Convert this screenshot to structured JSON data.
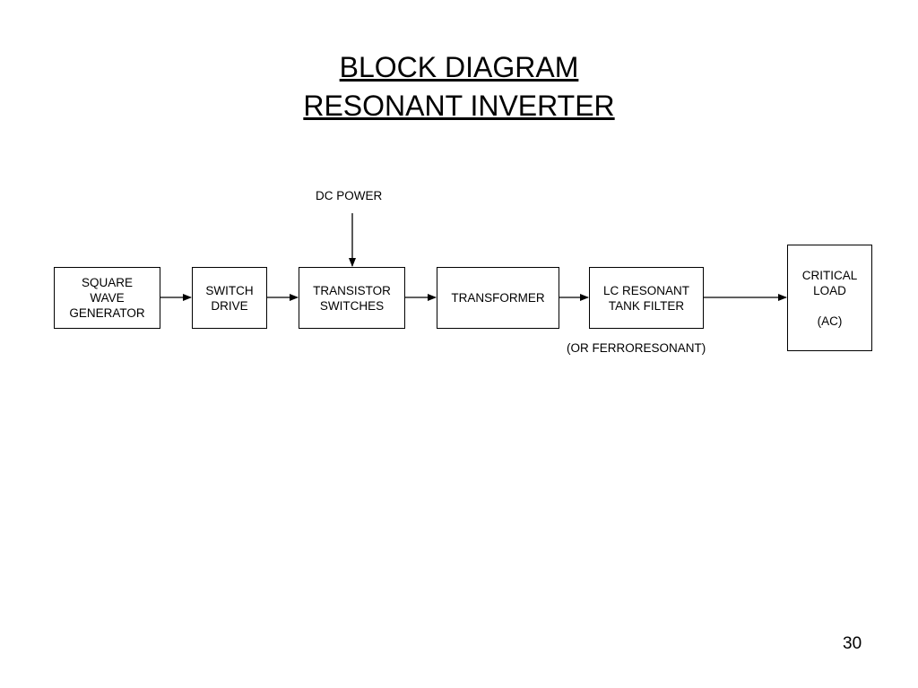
{
  "title": {
    "line1": "BLOCK DIAGRAM",
    "line2": "RESONANT INVERTER"
  },
  "blocks": [
    {
      "label": "SQUARE\nWAVE\nGENERATOR"
    },
    {
      "label": "SWITCH\nDRIVE"
    },
    {
      "label": "TRANSISTOR\nSWITCHES"
    },
    {
      "label": "TRANSFORMER"
    },
    {
      "label": "LC RESONANT\nTANK FILTER"
    },
    {
      "label": "CRITICAL\nLOAD\n\n(AC)"
    }
  ],
  "annotations": {
    "dc_power": "DC POWER",
    "ferro": "(OR FERRORESONANT)"
  },
  "page_number": "30"
}
